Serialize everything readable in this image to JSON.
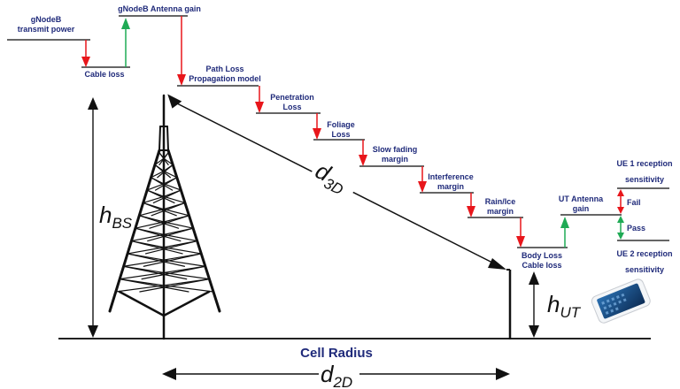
{
  "title": "Link budget diagram",
  "colors": {
    "loss_arrow": "#e8161b",
    "gain_arrow": "#1faa55",
    "label_text": "#1f2a7a",
    "line": "#222222"
  },
  "steps": [
    {
      "id": "gnodeb-transmit-power",
      "lines": [
        "gNodeB",
        "transmit power"
      ],
      "kind": "level"
    },
    {
      "id": "cable-loss",
      "lines": [
        "Cable loss"
      ],
      "kind": "loss"
    },
    {
      "id": "gnodeb-antenna-gain",
      "lines": [
        "gNodeB Antenna gain"
      ],
      "kind": "gain"
    },
    {
      "id": "path-loss",
      "lines": [
        "Path Loss",
        "Propagation model"
      ],
      "kind": "loss"
    },
    {
      "id": "penetration-loss",
      "lines": [
        "Penetration",
        "Loss"
      ],
      "kind": "loss"
    },
    {
      "id": "foliage-loss",
      "lines": [
        "Foliage",
        "Loss"
      ],
      "kind": "loss"
    },
    {
      "id": "slow-fading-margin",
      "lines": [
        "Slow fading",
        "margin"
      ],
      "kind": "loss"
    },
    {
      "id": "interference-margin",
      "lines": [
        "Interference",
        "margin"
      ],
      "kind": "loss"
    },
    {
      "id": "rain-ice-margin",
      "lines": [
        "Rain/Ice",
        "margin"
      ],
      "kind": "loss"
    },
    {
      "id": "body-cable-loss",
      "lines": [
        "Body Loss",
        "Cable loss"
      ],
      "kind": "loss"
    },
    {
      "id": "ut-antenna-gain",
      "lines": [
        "UT Antenna",
        "gain"
      ],
      "kind": "gain"
    }
  ],
  "sensitivity": {
    "ue1": [
      "UE 1 reception",
      "sensitivity"
    ],
    "ue2": [
      "UE 2 reception",
      "sensitivity"
    ],
    "fail": "Fail",
    "pass": "Pass"
  },
  "geometry_labels": {
    "h_bs": {
      "main": "h",
      "sub": "BS"
    },
    "h_ut": {
      "main": "h",
      "sub": "UT"
    },
    "d_3d": {
      "main": "d",
      "sub": "3D"
    },
    "d_2d": {
      "main": "d",
      "sub": "2D"
    },
    "cell_radius": "Cell Radius"
  }
}
